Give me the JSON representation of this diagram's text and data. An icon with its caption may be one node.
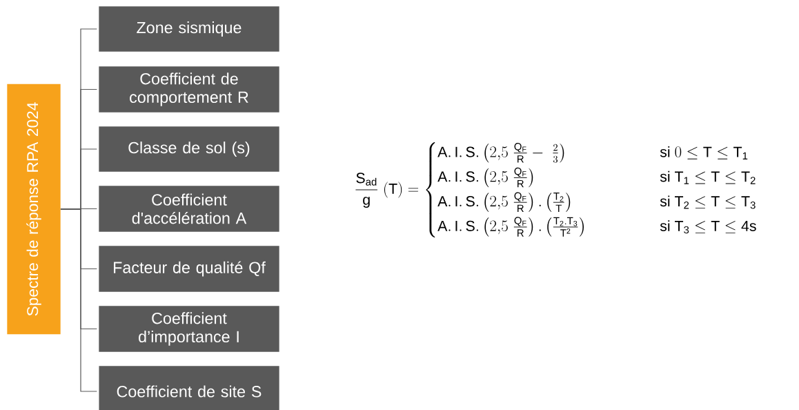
{
  "diagram": {
    "nodes": [
      {
        "text": [
          "Spectre de réponse RPA 2024"
        ]
      },
      {
        "text": [
          "Zone sismique"
        ]
      },
      {
        "text": [
          "Coefficient de comportement R"
        ]
      },
      {
        "text": [
          "Classe de sol (s)"
        ]
      },
      {
        "text": [
          "Coefficient d'accélération A"
        ]
      },
      {
        "text": [
          "Facteur de qualité Qf"
        ]
      },
      {
        "text": [
          "Coefficient d’importance I"
        ]
      },
      {
        "text": [
          "Coefficient de site S"
        ]
      }
    ],
    "edges": [
      {
        "from": 0,
        "to": 1,
        "arrow": "none"
      },
      {
        "from": 0,
        "to": 2,
        "arrow": "none"
      },
      {
        "from": 0,
        "to": 3,
        "arrow": "none"
      },
      {
        "from": 0,
        "to": 4,
        "arrow": "none"
      },
      {
        "from": 0,
        "to": 5,
        "arrow": "none"
      },
      {
        "from": 0,
        "to": 6,
        "arrow": "none"
      },
      {
        "from": 0,
        "to": 7,
        "arrow": "none"
      }
    ],
    "labels": [
      "\\frac{\\mathrm{S_{ad}}}{\\mathrm{g}}\\;(\\mathrm{T}) = \\begin{cases} \\mathrm{A.\\,I.\\,S.}\\left(2{,}5\\;\\frac{\\mathrm{Q_F}}{\\mathrm{R}} - \\;\\frac{2}{3}\\right) & \\qquad\\qquad \\mathrm{si}\\ 0 \\le \\mathrm{T} \\le \\mathrm{T_1} \\\\[4pt] \\mathrm{A.\\,I.\\,S.}\\left(2{,}5\\;\\frac{\\mathrm{Q_F}}{\\mathrm{R}}\\right) & \\qquad\\qquad \\mathrm{si}\\ \\mathrm{T_1} \\le \\mathrm{T} \\le \\mathrm{T_2} \\\\[4pt] \\mathrm{A.\\,I.\\,S.}\\left(2{,}5\\;\\frac{\\mathrm{Q_F}}{\\mathrm{R}}\\right).\\left(\\frac{\\mathrm{T_2}}{\\mathrm{T}}\\right) & \\qquad\\qquad \\mathrm{si}\\ \\mathrm{T_2} \\le \\mathrm{T} \\le \\mathrm{T_3} \\\\[4pt] \\mathrm{A.\\,I.\\,S.}\\left(2{,}5\\;\\frac{\\mathrm{Q_F}}{\\mathrm{R}}\\right).\\left(\\frac{\\mathrm{T_2.T_3}}{\\mathrm{T^2}}\\right) & \\qquad\\qquad \\mathrm{si}\\ \\mathrm{T_3} \\le \\mathrm{T} \\le \\mathrm{4s} \\end{cases}"
    ]
  }
}
